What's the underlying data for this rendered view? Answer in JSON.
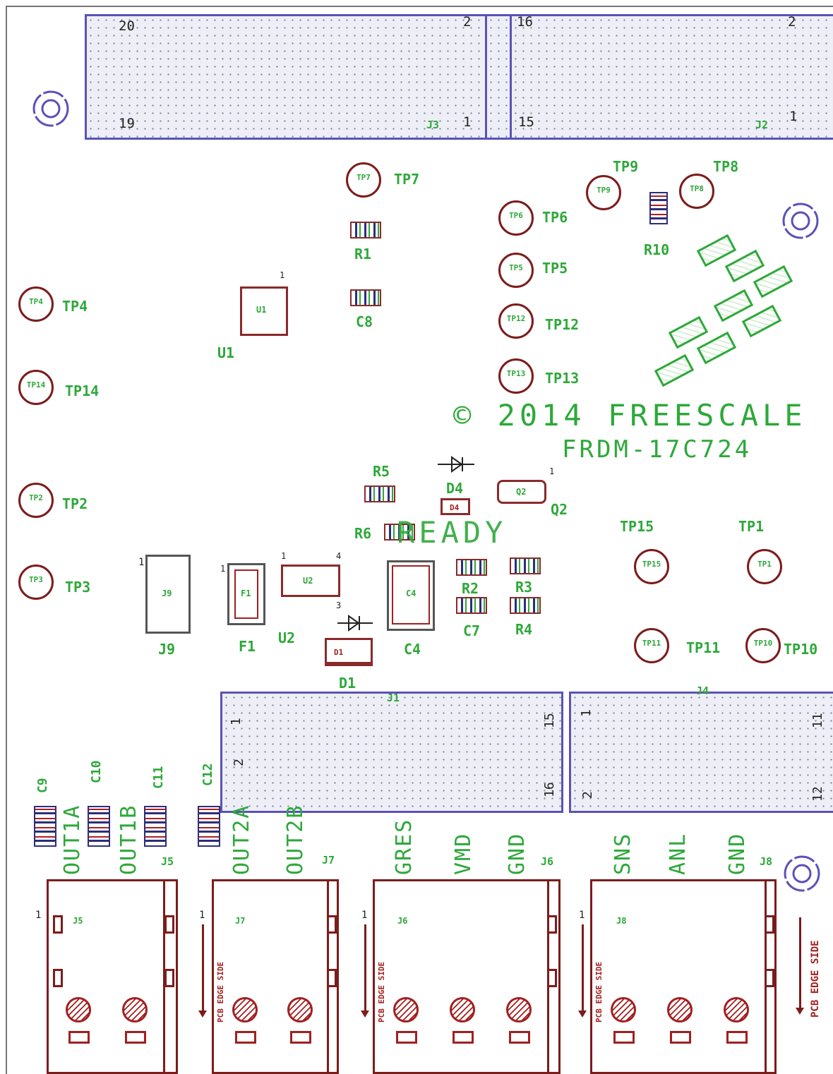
{
  "copyright": "© 2014 FREESCALE",
  "board_name": "FRDM-17C724",
  "status_text": "READY",
  "headers": {
    "j3": {
      "ref": "J3",
      "pin_tl": "20",
      "pin_tr": "2",
      "pin_bl": "19",
      "pin_br": "1"
    },
    "j2": {
      "ref": "J2",
      "pin_tl": "16",
      "pin_tr": "2",
      "pin_bl": "15",
      "pin_br": "1"
    },
    "j1": {
      "ref": "J1",
      "pin_1": "1",
      "pin_2": "2",
      "pin_15": "15",
      "pin_16": "16"
    },
    "j4": {
      "ref": "J4",
      "pin_1": "1",
      "pin_2": "2",
      "pin_11": "11",
      "pin_12": "12"
    }
  },
  "test_points": [
    {
      "id": "tp7",
      "pad": "TP7",
      "label": "TP7"
    },
    {
      "id": "tp9",
      "pad": "TP9",
      "label": "TP9"
    },
    {
      "id": "tp8",
      "pad": "TP8",
      "label": "TP8"
    },
    {
      "id": "tp6",
      "pad": "TP6",
      "label": "TP6"
    },
    {
      "id": "tp5",
      "pad": "TP5",
      "label": "TP5"
    },
    {
      "id": "tp12",
      "pad": "TP12",
      "label": "TP12"
    },
    {
      "id": "tp13",
      "pad": "TP13",
      "label": "TP13"
    },
    {
      "id": "tp4",
      "pad": "TP4",
      "label": "TP4"
    },
    {
      "id": "tp14",
      "pad": "TP14",
      "label": "TP14"
    },
    {
      "id": "tp2",
      "pad": "TP2",
      "label": "TP2"
    },
    {
      "id": "tp3",
      "pad": "TP3",
      "label": "TP3"
    },
    {
      "id": "tp15",
      "pad": "TP15",
      "label": "TP15"
    },
    {
      "id": "tp1",
      "pad": "TP1",
      "label": "TP1"
    },
    {
      "id": "tp11",
      "pad": "TP11",
      "label": "TP11"
    },
    {
      "id": "tp10",
      "pad": "TP10",
      "label": "TP10"
    }
  ],
  "components": {
    "r1": "R1",
    "c8": "C8",
    "r10": "R10",
    "u1": "U1",
    "u1_body": "U1",
    "r5": "R5",
    "r6": "R6",
    "d4": "D4",
    "d4_body": "D4",
    "q2": "Q2",
    "q2_body": "Q2",
    "r2": "R2",
    "c7": "C7",
    "r3": "R3",
    "r4": "R4",
    "j9": "J9",
    "j9_body": "J9",
    "f1": "F1",
    "f1_body": "F1",
    "u2": "U2",
    "u2_body": "U2",
    "c4": "C4",
    "c4_body": "C4",
    "d1": "D1",
    "d1_body": "D1",
    "c9": "C9",
    "c10": "C10",
    "c11": "C11",
    "c12": "C12",
    "u2_pin1": "1",
    "u2_pin3": "3",
    "u2_pin4": "4",
    "j9_pin1": "1",
    "u1_pin1": "1",
    "f1_pin1": "1",
    "q2_pin1": "1"
  },
  "terminals": {
    "j5": {
      "ref": "J5",
      "body": "J5",
      "labels": [
        "OUT1A",
        "OUT1B"
      ],
      "pin1": "1",
      "note": ""
    },
    "j7": {
      "ref": "J7",
      "body": "J7",
      "labels": [
        "OUT2A",
        "OUT2B"
      ],
      "pin1": "1",
      "note": "PCB EDGE SIDE"
    },
    "j6": {
      "ref": "J6",
      "body": "J6",
      "labels": [
        "GRES",
        "VMD",
        "GND"
      ],
      "pin1": "1",
      "note": "PCB EDGE SIDE"
    },
    "j8": {
      "ref": "J8",
      "body": "J8",
      "labels": [
        "SNS",
        "ANL",
        "GND"
      ],
      "pin1": "1",
      "note": "PCB EDGE SIDE"
    },
    "edge_note": "PCB EDGE SIDE"
  },
  "colors": {
    "silkscreen": "#2ea83a",
    "copper_outline": "#7c1c1c",
    "header_outline": "#5a52b8"
  }
}
